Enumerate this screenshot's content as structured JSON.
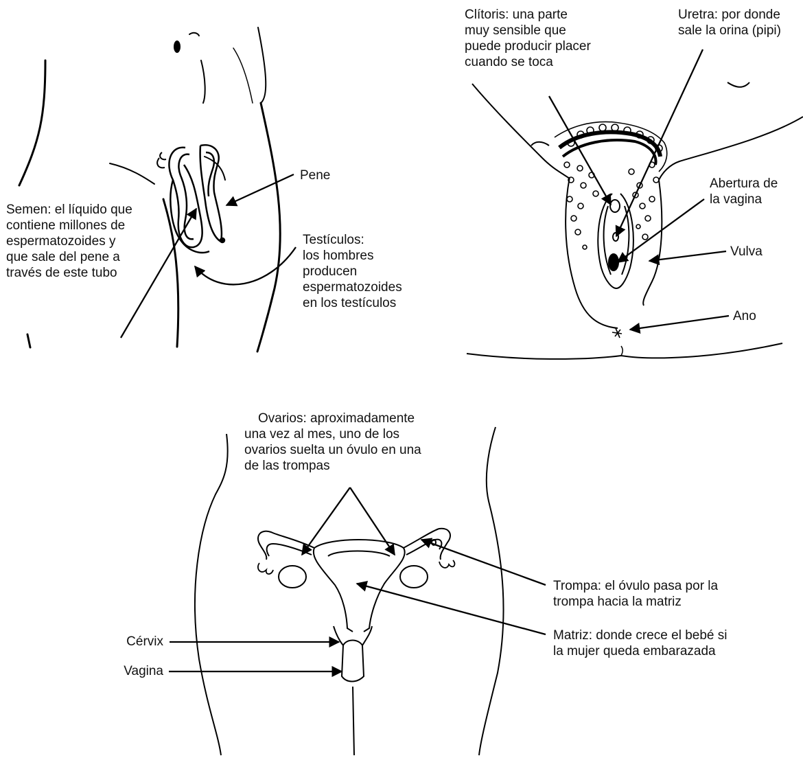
{
  "male": {
    "pene": [
      "Pene"
    ],
    "semen": [
      "Semen: el líquido que",
      "contiene millones de",
      "espermatozoides y",
      "que sale del pene a",
      "través de este tubo"
    ],
    "testiculos": [
      "Testículos:",
      "los hombres",
      "producen",
      "espermatozoides",
      "en los testículos"
    ]
  },
  "female_external": {
    "clitoris": [
      "Clítoris: una parte",
      "muy sensible que",
      "puede producir placer",
      "cuando se toca"
    ],
    "uretra": [
      "Uretra: por donde",
      "sale la orina (pipi)"
    ],
    "abertura": [
      "Abertura de",
      "la vagina"
    ],
    "vulva": [
      "Vulva"
    ],
    "ano": [
      "Ano"
    ]
  },
  "female_internal": {
    "ovarios": [
      "Ovarios: aproximadamente",
      "una vez al mes, uno de los",
      "ovarios suelta un óvulo en una",
      "de las trompas"
    ],
    "trompa": [
      "Trompa: el óvulo pasa por la",
      "trompa hacia la matriz"
    ],
    "matriz": [
      "Matriz: donde crece el bebé si",
      "la mujer queda embarazada"
    ],
    "cervix": [
      "Cérvix"
    ],
    "vagina": [
      "Vagina"
    ]
  }
}
